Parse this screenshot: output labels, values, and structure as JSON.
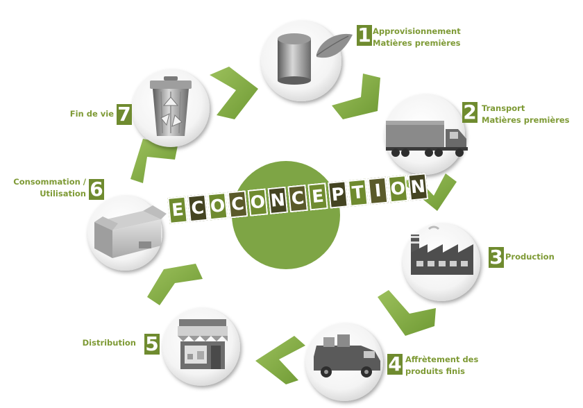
{
  "center": {
    "letters": [
      "E",
      "C",
      "O",
      "C",
      "O",
      "N",
      "C",
      "E",
      "P",
      "T",
      "I",
      "O",
      "N"
    ]
  },
  "steps": [
    {
      "number": "1",
      "lines": [
        "Approvisionnement",
        "Matières premières"
      ],
      "icon": "raw-material-drum-icon"
    },
    {
      "number": "2",
      "lines": [
        "Transport",
        "Matières premières"
      ],
      "icon": "truck-icon"
    },
    {
      "number": "3",
      "lines": [
        "Production"
      ],
      "icon": "factory-icon"
    },
    {
      "number": "4",
      "lines": [
        "Affrètement des",
        "produits finis"
      ],
      "icon": "delivery-truck-icon"
    },
    {
      "number": "5",
      "lines": [
        "Distribution"
      ],
      "icon": "store-icon"
    },
    {
      "number": "6",
      "lines": [
        "Consommation /",
        "Utilisation"
      ],
      "icon": "cardboard-box-icon"
    },
    {
      "number": "7",
      "lines": [
        "Fin de vie"
      ],
      "icon": "recycling-bin-icon"
    }
  ],
  "colors": {
    "accent": "#7ea545",
    "badge": "#6f8b2f",
    "label": "#7e9a35",
    "banner_tile": "#5a5a2a"
  }
}
